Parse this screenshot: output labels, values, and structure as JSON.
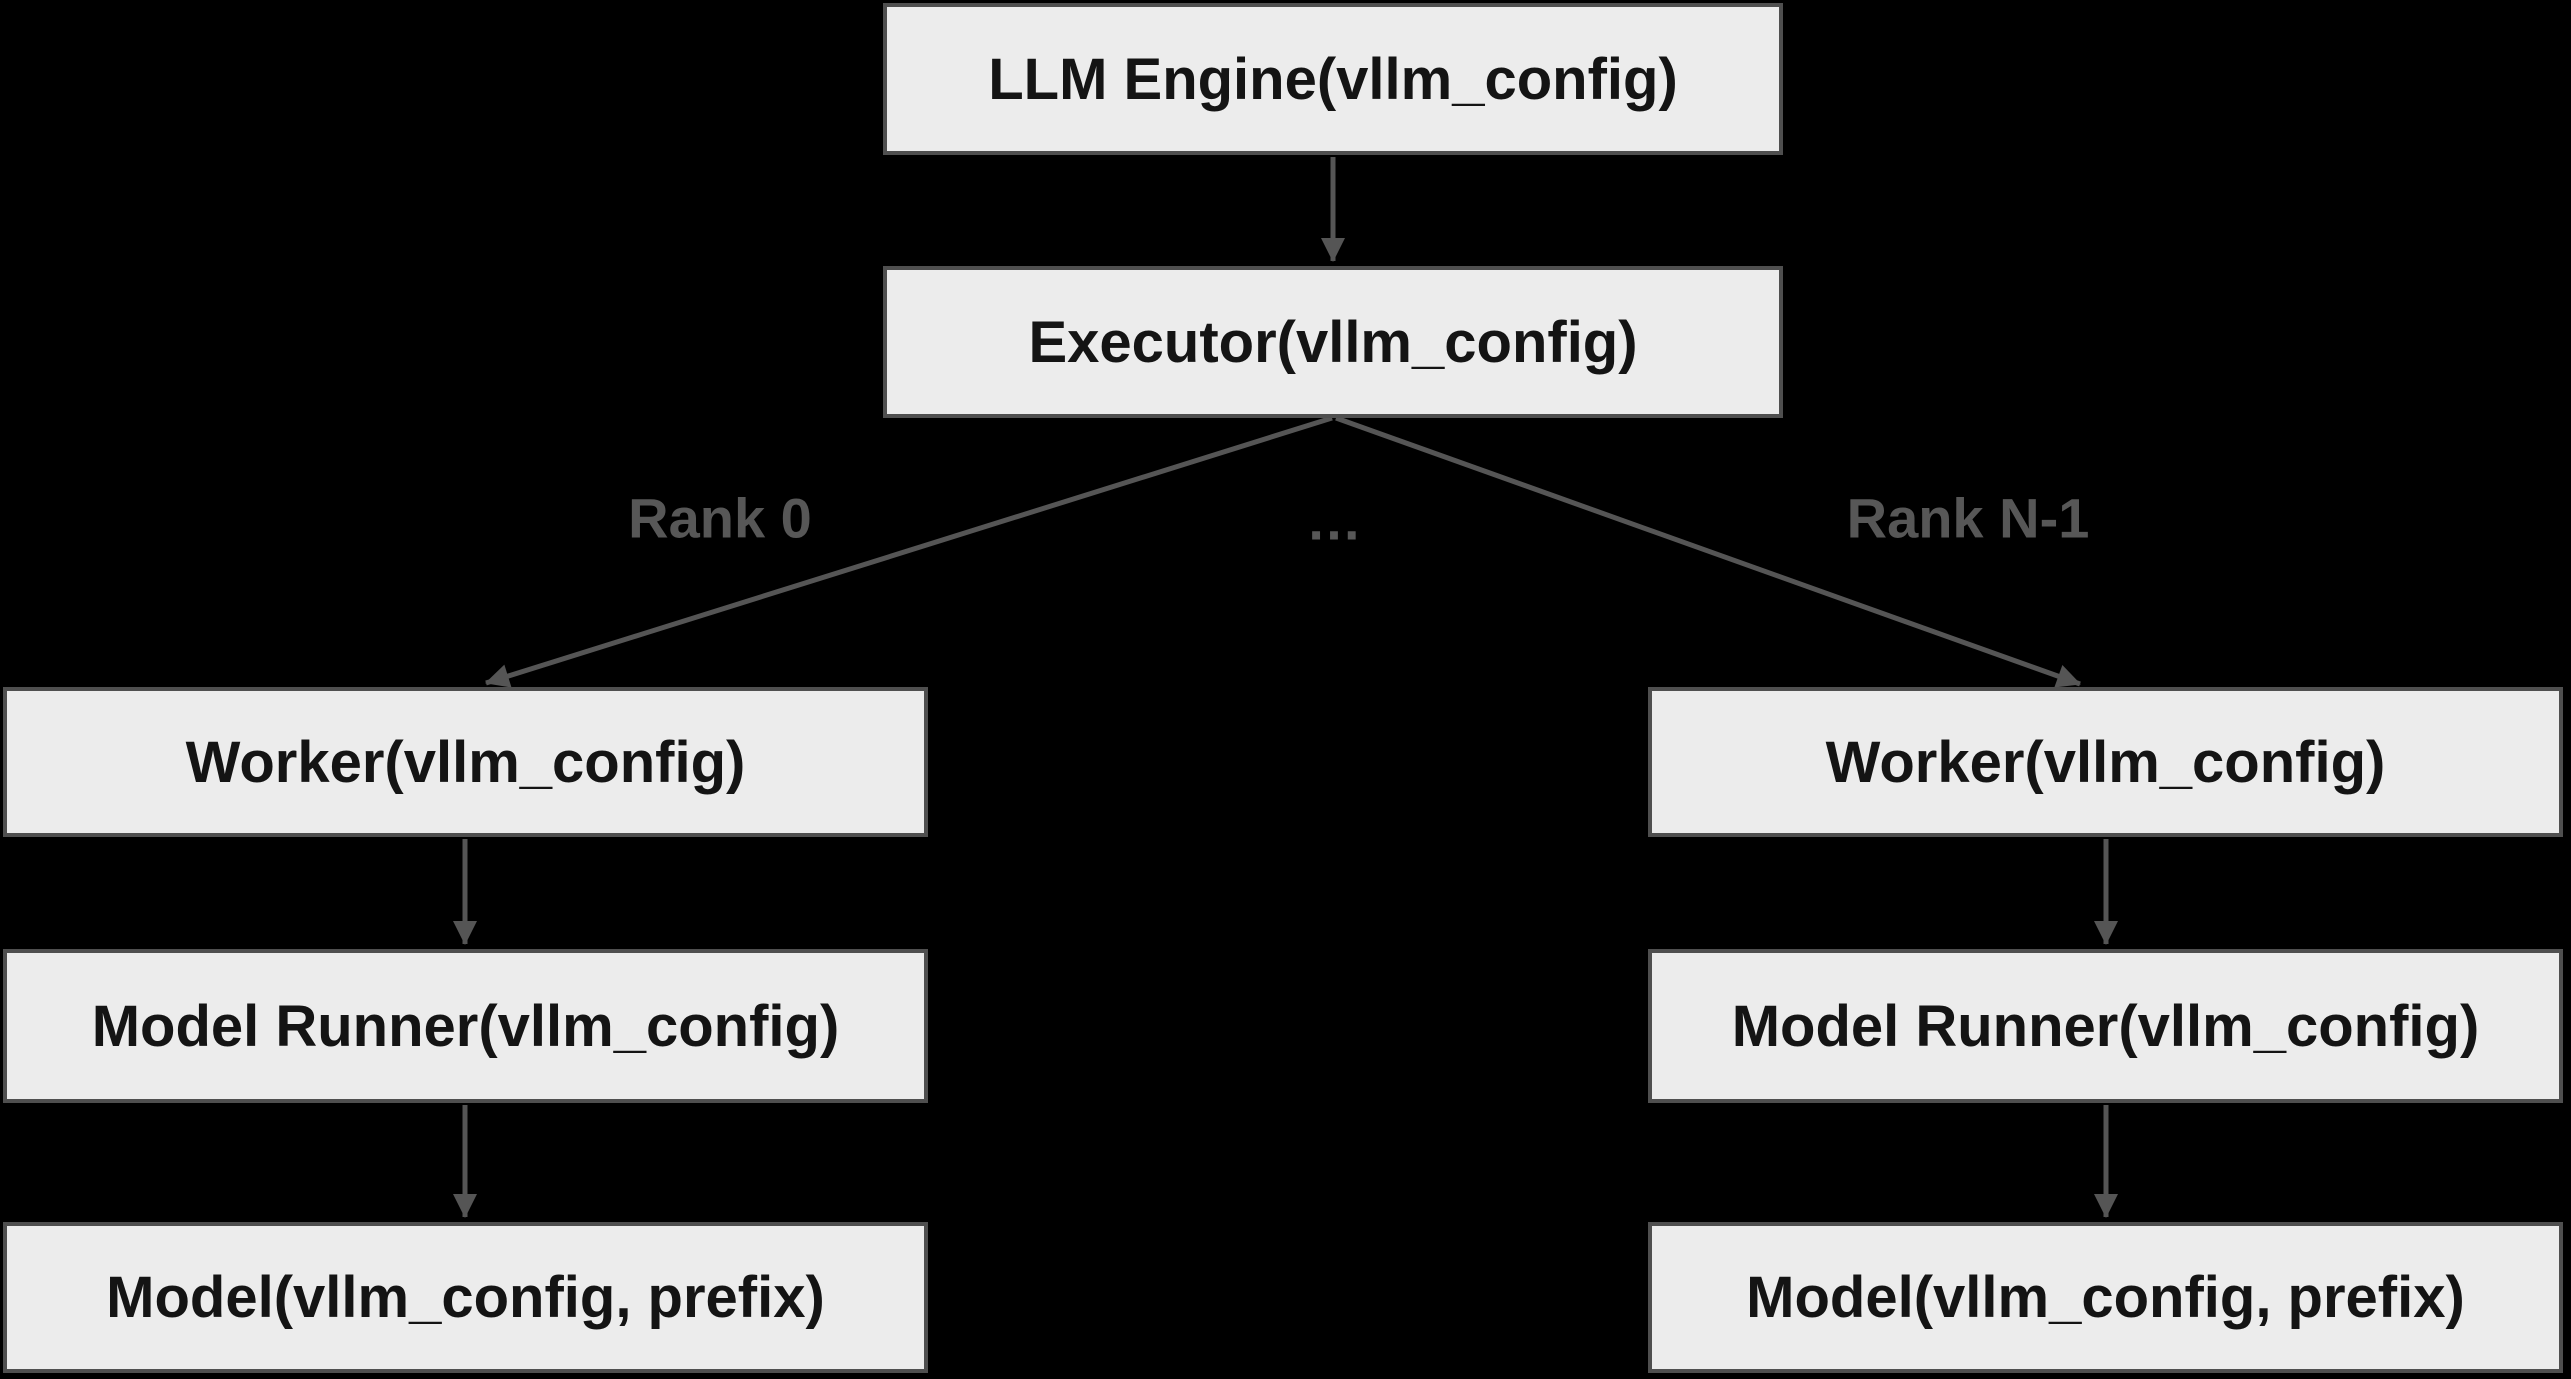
{
  "diagram": {
    "colors": {
      "background": "#000000",
      "node_fill": "#ececec",
      "node_border": "#4f4f4f",
      "node_text": "#141414",
      "arrow": "#555555",
      "edge_label": "#575757"
    },
    "nodes": {
      "llm_engine": {
        "label": "LLM Engine(vllm_config)"
      },
      "executor": {
        "label": "Executor(vllm_config)"
      },
      "worker_left": {
        "label": "Worker(vllm_config)"
      },
      "model_runner_left": {
        "label": "Model Runner(vllm_config)"
      },
      "model_left": {
        "label": "Model(vllm_config, prefix)"
      },
      "worker_right": {
        "label": "Worker(vllm_config)"
      },
      "model_runner_right": {
        "label": "Model Runner(vllm_config)"
      },
      "model_right": {
        "label": "Model(vllm_config, prefix)"
      }
    },
    "edge_labels": {
      "rank_0": "Rank 0",
      "ellipsis": "…",
      "rank_n_minus_1": "Rank N-1"
    }
  }
}
